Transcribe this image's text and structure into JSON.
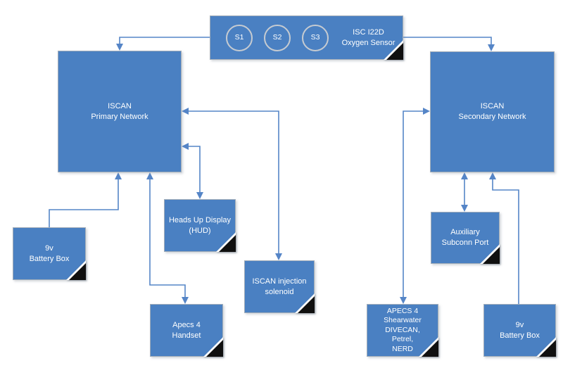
{
  "diagram": {
    "title_hint": "ISCAN rebreather electronics network diagram",
    "colors": {
      "node_fill": "#4a80c2",
      "node_border": "#a3aeb9",
      "connector": "#5585c7",
      "fold_corner": "#101010",
      "text": "#ffffff",
      "background": "#ffffff"
    },
    "nodes": {
      "sensor": {
        "label": "ISC I22D\nOxygen Sensor",
        "circles": [
          "S1",
          "S2",
          "S3"
        ],
        "folded_corner": true
      },
      "primary": {
        "label": "ISCAN\nPrimary Network",
        "folded_corner": false
      },
      "secondary": {
        "label": "ISCAN\nSecondary Network",
        "folded_corner": false
      },
      "battery_left": {
        "label": "9v\nBattery Box",
        "folded_corner": true
      },
      "hud": {
        "label": "Heads Up Display\n(HUD)",
        "folded_corner": true
      },
      "solenoid": {
        "label": "ISCAN injection\nsolenoid",
        "folded_corner": true
      },
      "handset": {
        "label": "Apecs 4\nHandset",
        "folded_corner": true
      },
      "subconn": {
        "label": "Auxiliary\nSubconn Port",
        "folded_corner": true
      },
      "apecs_shearwater": {
        "label": "APECS 4\nShearwater\nDIVECAN,\nPetrel,\nNERD",
        "folded_corner": true
      },
      "battery_right": {
        "label": "9v\nBattery Box",
        "folded_corner": true
      }
    },
    "connections": [
      {
        "from": "sensor",
        "to": "primary",
        "arrows": "end"
      },
      {
        "from": "sensor",
        "to": "secondary",
        "arrows": "end"
      },
      {
        "from": "primary",
        "to": "solenoid",
        "arrows": "both"
      },
      {
        "from": "primary",
        "to": "hud",
        "arrows": "both"
      },
      {
        "from": "primary",
        "to": "handset",
        "arrows": "both"
      },
      {
        "from": "battery_left",
        "to": "primary",
        "arrows": "end"
      },
      {
        "from": "secondary",
        "to": "apecs_shearwater",
        "arrows": "both"
      },
      {
        "from": "secondary",
        "to": "subconn",
        "arrows": "both"
      },
      {
        "from": "battery_right",
        "to": "secondary",
        "arrows": "end"
      }
    ]
  }
}
